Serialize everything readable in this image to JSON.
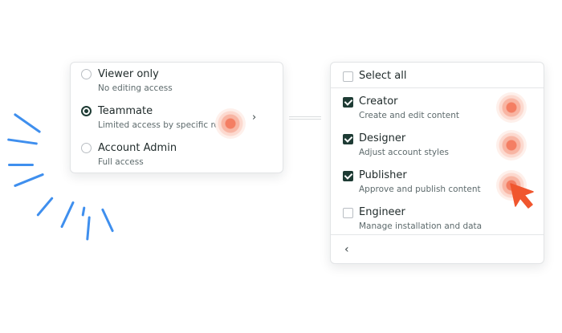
{
  "roles": {
    "options": [
      {
        "label": "Viewer only",
        "desc": "No editing access",
        "selected": false
      },
      {
        "label": "Teammate",
        "desc": "Limited access by specific role",
        "selected": true
      },
      {
        "label": "Account Admin",
        "desc": "Full access",
        "selected": false
      }
    ],
    "expand_icon": "chevron-right-icon"
  },
  "permissions": {
    "select_all_label": "Select all",
    "select_all_checked": false,
    "items": [
      {
        "label": "Creator",
        "desc": "Create and edit content",
        "checked": true
      },
      {
        "label": "Designer",
        "desc": "Adjust account styles",
        "checked": true
      },
      {
        "label": "Publisher",
        "desc": "Approve and publish content",
        "checked": true
      },
      {
        "label": "Engineer",
        "desc": "Manage installation and data",
        "checked": false
      }
    ],
    "back_icon": "chevron-left-icon"
  },
  "colors": {
    "accent_dark": "#1e3b34",
    "pulse": "#f47e63",
    "cursor": "#f0562e",
    "rays": "#3f8fee"
  }
}
